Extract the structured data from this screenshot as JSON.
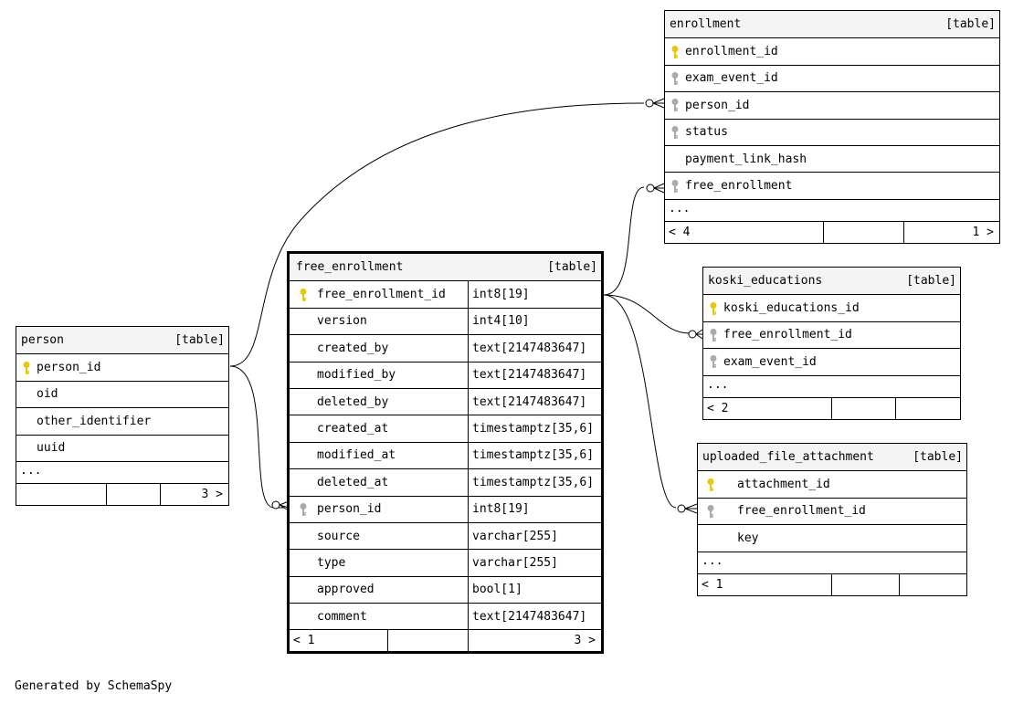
{
  "tables": {
    "enrollment": {
      "name": "enrollment",
      "kind": "[table]",
      "columns": [
        {
          "name": "enrollment_id",
          "key": "primary"
        },
        {
          "name": "exam_event_id",
          "key": "foreign"
        },
        {
          "name": "person_id",
          "key": "foreign"
        },
        {
          "name": "status",
          "key": "foreign"
        },
        {
          "name": "payment_link_hash",
          "key": "none"
        },
        {
          "name": "free_enrollment",
          "key": "foreign"
        }
      ],
      "ellipsis": "...",
      "footer": {
        "left": "< 4",
        "right": "1 >"
      }
    },
    "free_enrollment": {
      "name": "free_enrollment",
      "kind": "[table]",
      "columns": [
        {
          "name": "free_enrollment_id",
          "type": "int8[19]",
          "key": "primary"
        },
        {
          "name": "version",
          "type": "int4[10]",
          "key": "none"
        },
        {
          "name": "created_by",
          "type": "text[2147483647]",
          "key": "none"
        },
        {
          "name": "modified_by",
          "type": "text[2147483647]",
          "key": "none"
        },
        {
          "name": "deleted_by",
          "type": "text[2147483647]",
          "key": "none"
        },
        {
          "name": "created_at",
          "type": "timestamptz[35,6]",
          "key": "none"
        },
        {
          "name": "modified_at",
          "type": "timestamptz[35,6]",
          "key": "none"
        },
        {
          "name": "deleted_at",
          "type": "timestamptz[35,6]",
          "key": "none"
        },
        {
          "name": "person_id",
          "type": "int8[19]",
          "key": "foreign"
        },
        {
          "name": "source",
          "type": "varchar[255]",
          "key": "none"
        },
        {
          "name": "type",
          "type": "varchar[255]",
          "key": "none"
        },
        {
          "name": "approved",
          "type": "bool[1]",
          "key": "none"
        },
        {
          "name": "comment",
          "type": "text[2147483647]",
          "key": "none"
        }
      ],
      "footer": {
        "left": "< 1",
        "right": "3 >"
      }
    },
    "person": {
      "name": "person",
      "kind": "[table]",
      "columns": [
        {
          "name": "person_id",
          "key": "primary"
        },
        {
          "name": "oid",
          "key": "none"
        },
        {
          "name": "other_identifier",
          "key": "none"
        },
        {
          "name": "uuid",
          "key": "none"
        }
      ],
      "ellipsis": "...",
      "footer": {
        "left": "",
        "right": "3 >"
      }
    },
    "koski_educations": {
      "name": "koski_educations",
      "kind": "[table]",
      "columns": [
        {
          "name": "koski_educations_id",
          "key": "primary"
        },
        {
          "name": "free_enrollment_id",
          "key": "foreign"
        },
        {
          "name": "exam_event_id",
          "key": "foreign"
        }
      ],
      "ellipsis": "...",
      "footer": {
        "left": "< 2",
        "right": ""
      }
    },
    "uploaded_file_attachment": {
      "name": "uploaded_file_attachment",
      "kind": "[table]",
      "columns": [
        {
          "name": "attachment_id",
          "key": "primary"
        },
        {
          "name": "free_enrollment_id",
          "key": "foreign"
        },
        {
          "name": "key",
          "key": "none"
        }
      ],
      "ellipsis": "...",
      "footer": {
        "left": "< 1",
        "right": ""
      }
    }
  },
  "colors": {
    "primary_key": "#e8c800",
    "foreign_key": "#aaaaaa",
    "header_bg": "#f4f4f4"
  },
  "footer_note": "Generated by SchemaSpy"
}
